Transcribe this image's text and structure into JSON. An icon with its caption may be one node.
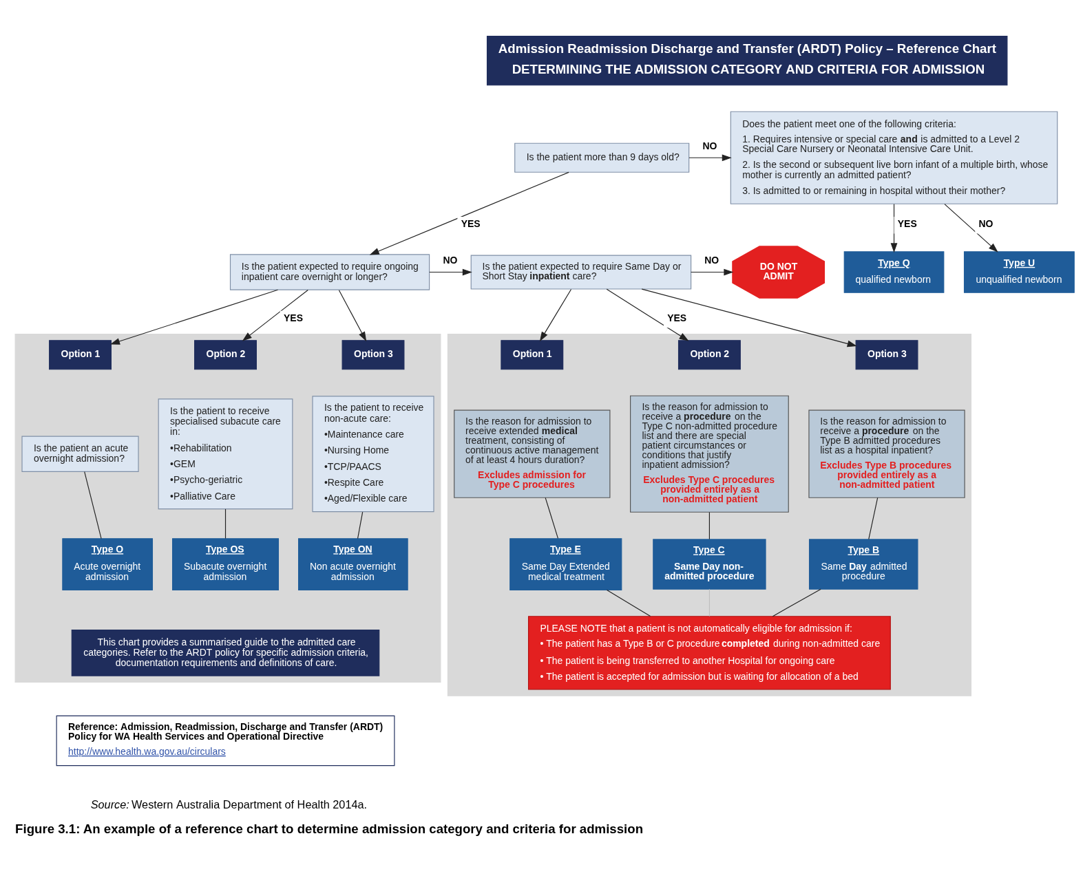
{
  "diagram": {
    "caption": "Figure 3.1: An example of a reference chart to determine admission category and criteria for admission",
    "nodes": [
      {
        "text": [
          "Admission Readmission Discharge and Transfer (ARDT) Policy – Reference Chart",
          "DETERMINING THE ADMISSION CATEGORY AND CRITERIA FOR ADMISSION"
        ]
      },
      {
        "text": [
          "Is the patient more than 9 days old?"
        ]
      },
      {
        "text": [
          "Does the patient meet one of the following criteria:",
          "1. Requires intensive or special care **and** is admitted to a Level 2 Special Care Nursery or Neonatal Intensive Care Unit.",
          "2. Is the second or subsequent live born infant of a multiple birth, whose mother is currently an admitted patient?",
          "3. Is admitted to or remaining in hospital without their mother?"
        ]
      },
      {
        "text": [
          "Type Q",
          "qualified newborn"
        ]
      },
      {
        "text": [
          "Type U",
          "unqualified newborn"
        ]
      },
      {
        "text": [
          "Is the patient expected to require ongoing inpatient care overnight or longer?"
        ]
      },
      {
        "text": [
          "Is the patient expected to require Same Day or Short Stay **inpatient** care?"
        ]
      },
      {
        "text": [
          "DO NOT ADMIT"
        ]
      },
      {
        "text": [],
        "shape": "box"
      },
      {
        "text": [
          "Option 1"
        ],
        "in": 8
      },
      {
        "text": [
          "Option 2"
        ],
        "in": 8
      },
      {
        "text": [
          "Option 3"
        ],
        "in": 8
      },
      {
        "text": [
          "Is the patient an acute overnight admission?"
        ],
        "in": 8
      },
      {
        "text": [
          "Is the patient to receive specialised subacute care in:",
          "•Rehabilitation",
          "•GEM",
          "•Psycho-geriatric",
          "•Palliative Care"
        ],
        "in": 8
      },
      {
        "text": [
          "Is the patient to receive non-acute care:",
          "•Maintenance care",
          "•Nursing Home",
          "•TCP/PAACS",
          "•Respite Care",
          "•Aged/Flexible care"
        ],
        "in": 8
      },
      {
        "text": [
          "Type O",
          "Acute overnight admission"
        ],
        "in": 8
      },
      {
        "text": [
          "Type OS",
          "Subacute overnight admission"
        ],
        "in": 8
      },
      {
        "text": [
          "Type ON",
          "Non acute overnight admission"
        ],
        "in": 8
      },
      {
        "text": [
          "This chart provides a summarised guide to the admitted care categories. Refer to the ARDT policy for specific admission criteria, documentation requirements and definitions of care."
        ],
        "in": 8
      },
      {
        "text": [
          "Reference: Admission, Readmission, Discharge and Transfer (ARDT) Policy for WA Health Services and Operational Directive",
          "http://www.health.wa.gov.au/circulars"
        ]
      },
      {
        "text": [],
        "shape": "box"
      },
      {
        "text": [
          "Option 1"
        ],
        "in": 20
      },
      {
        "text": [
          "Option 2"
        ],
        "in": 20
      },
      {
        "text": [
          "Option 3"
        ],
        "in": 20
      },
      {
        "text": [
          "Is the reason for admission to receive extended **medical** treatment, consisting of continuous active management of at least 4 hours duration?",
          "Excludes admission for Type C procedures"
        ],
        "in": 20
      },
      {
        "text": [
          "Is the reason for admission to receive a **procedure** on the Type C non-admitted procedure list and there are special patient circumstances or conditions that justify inpatient admission?",
          "Excludes Type C procedures provided entirely as a non-admitted patient"
        ],
        "in": 20
      },
      {
        "text": [
          "Is the reason for admission to receive a **procedure** on the Type B admitted procedures list as a hospital inpatient?",
          "Excludes Type B procedures provided entirely as a non-admitted patient"
        ],
        "in": 20
      },
      {
        "text": [
          "Type E",
          "Same Day Extended medical treatment"
        ],
        "in": 20
      },
      {
        "text": [
          "Type C",
          "**Same Day non-admitted procedure**"
        ],
        "in": 20
      },
      {
        "text": [
          "Type B",
          "Same **Day** admitted procedure"
        ],
        "in": 20
      },
      {
        "text": [
          "PLEASE NOTE that a patient is not automatically eligible for admission if:",
          "• The patient has a Type B or C procedure **completed** during non-admitted care",
          "• The patient is being transferred to another Hospital for ongoing care",
          "• The patient is accepted for admission but is waiting for allocation of a bed"
        ],
        "in": 20
      }
    ],
    "edges": [
      {
        "from": 1,
        "to": 2,
        "arrow": "to",
        "label": "NO"
      },
      {
        "from": 1,
        "to": 5,
        "arrow": "to",
        "label": "YES"
      },
      {
        "from": 2,
        "to": 3,
        "arrow": "to",
        "label": "YES"
      },
      {
        "from": 2,
        "to": 4,
        "arrow": "to",
        "label": "NO"
      },
      {
        "from": 5,
        "to": 6,
        "arrow": "to",
        "label": "NO"
      },
      {
        "from": 6,
        "to": 7,
        "arrow": "to",
        "label": "NO"
      },
      {
        "from": 5,
        "to": 9,
        "arrow": "to"
      },
      {
        "from": 5,
        "to": 10,
        "arrow": "to",
        "label": "YES"
      },
      {
        "from": 5,
        "to": 11,
        "arrow": "to"
      },
      {
        "from": 6,
        "to": 21,
        "arrow": "to"
      },
      {
        "from": 6,
        "to": 22,
        "arrow": "to",
        "label": "YES"
      },
      {
        "from": 6,
        "to": 23,
        "arrow": "to"
      },
      {
        "from": 12,
        "to": 15,
        "arrow": "none"
      },
      {
        "from": 13,
        "to": 16,
        "arrow": "none"
      },
      {
        "from": 14,
        "to": 17,
        "arrow": "none"
      },
      {
        "from": 24,
        "to": 27,
        "arrow": "none"
      },
      {
        "from": 25,
        "to": 28,
        "arrow": "none"
      },
      {
        "from": 26,
        "to": 29,
        "arrow": "none"
      },
      {
        "from": 27,
        "to": 30,
        "arrow": "none"
      },
      {
        "from": 28,
        "to": 30,
        "arrow": "none",
        "color": "#bfbfbf"
      },
      {
        "from": 29,
        "to": 30,
        "arrow": "none"
      }
    ],
    "labels": [
      "*Source:* Western Australia Department of Health 2014a."
    ]
  }
}
